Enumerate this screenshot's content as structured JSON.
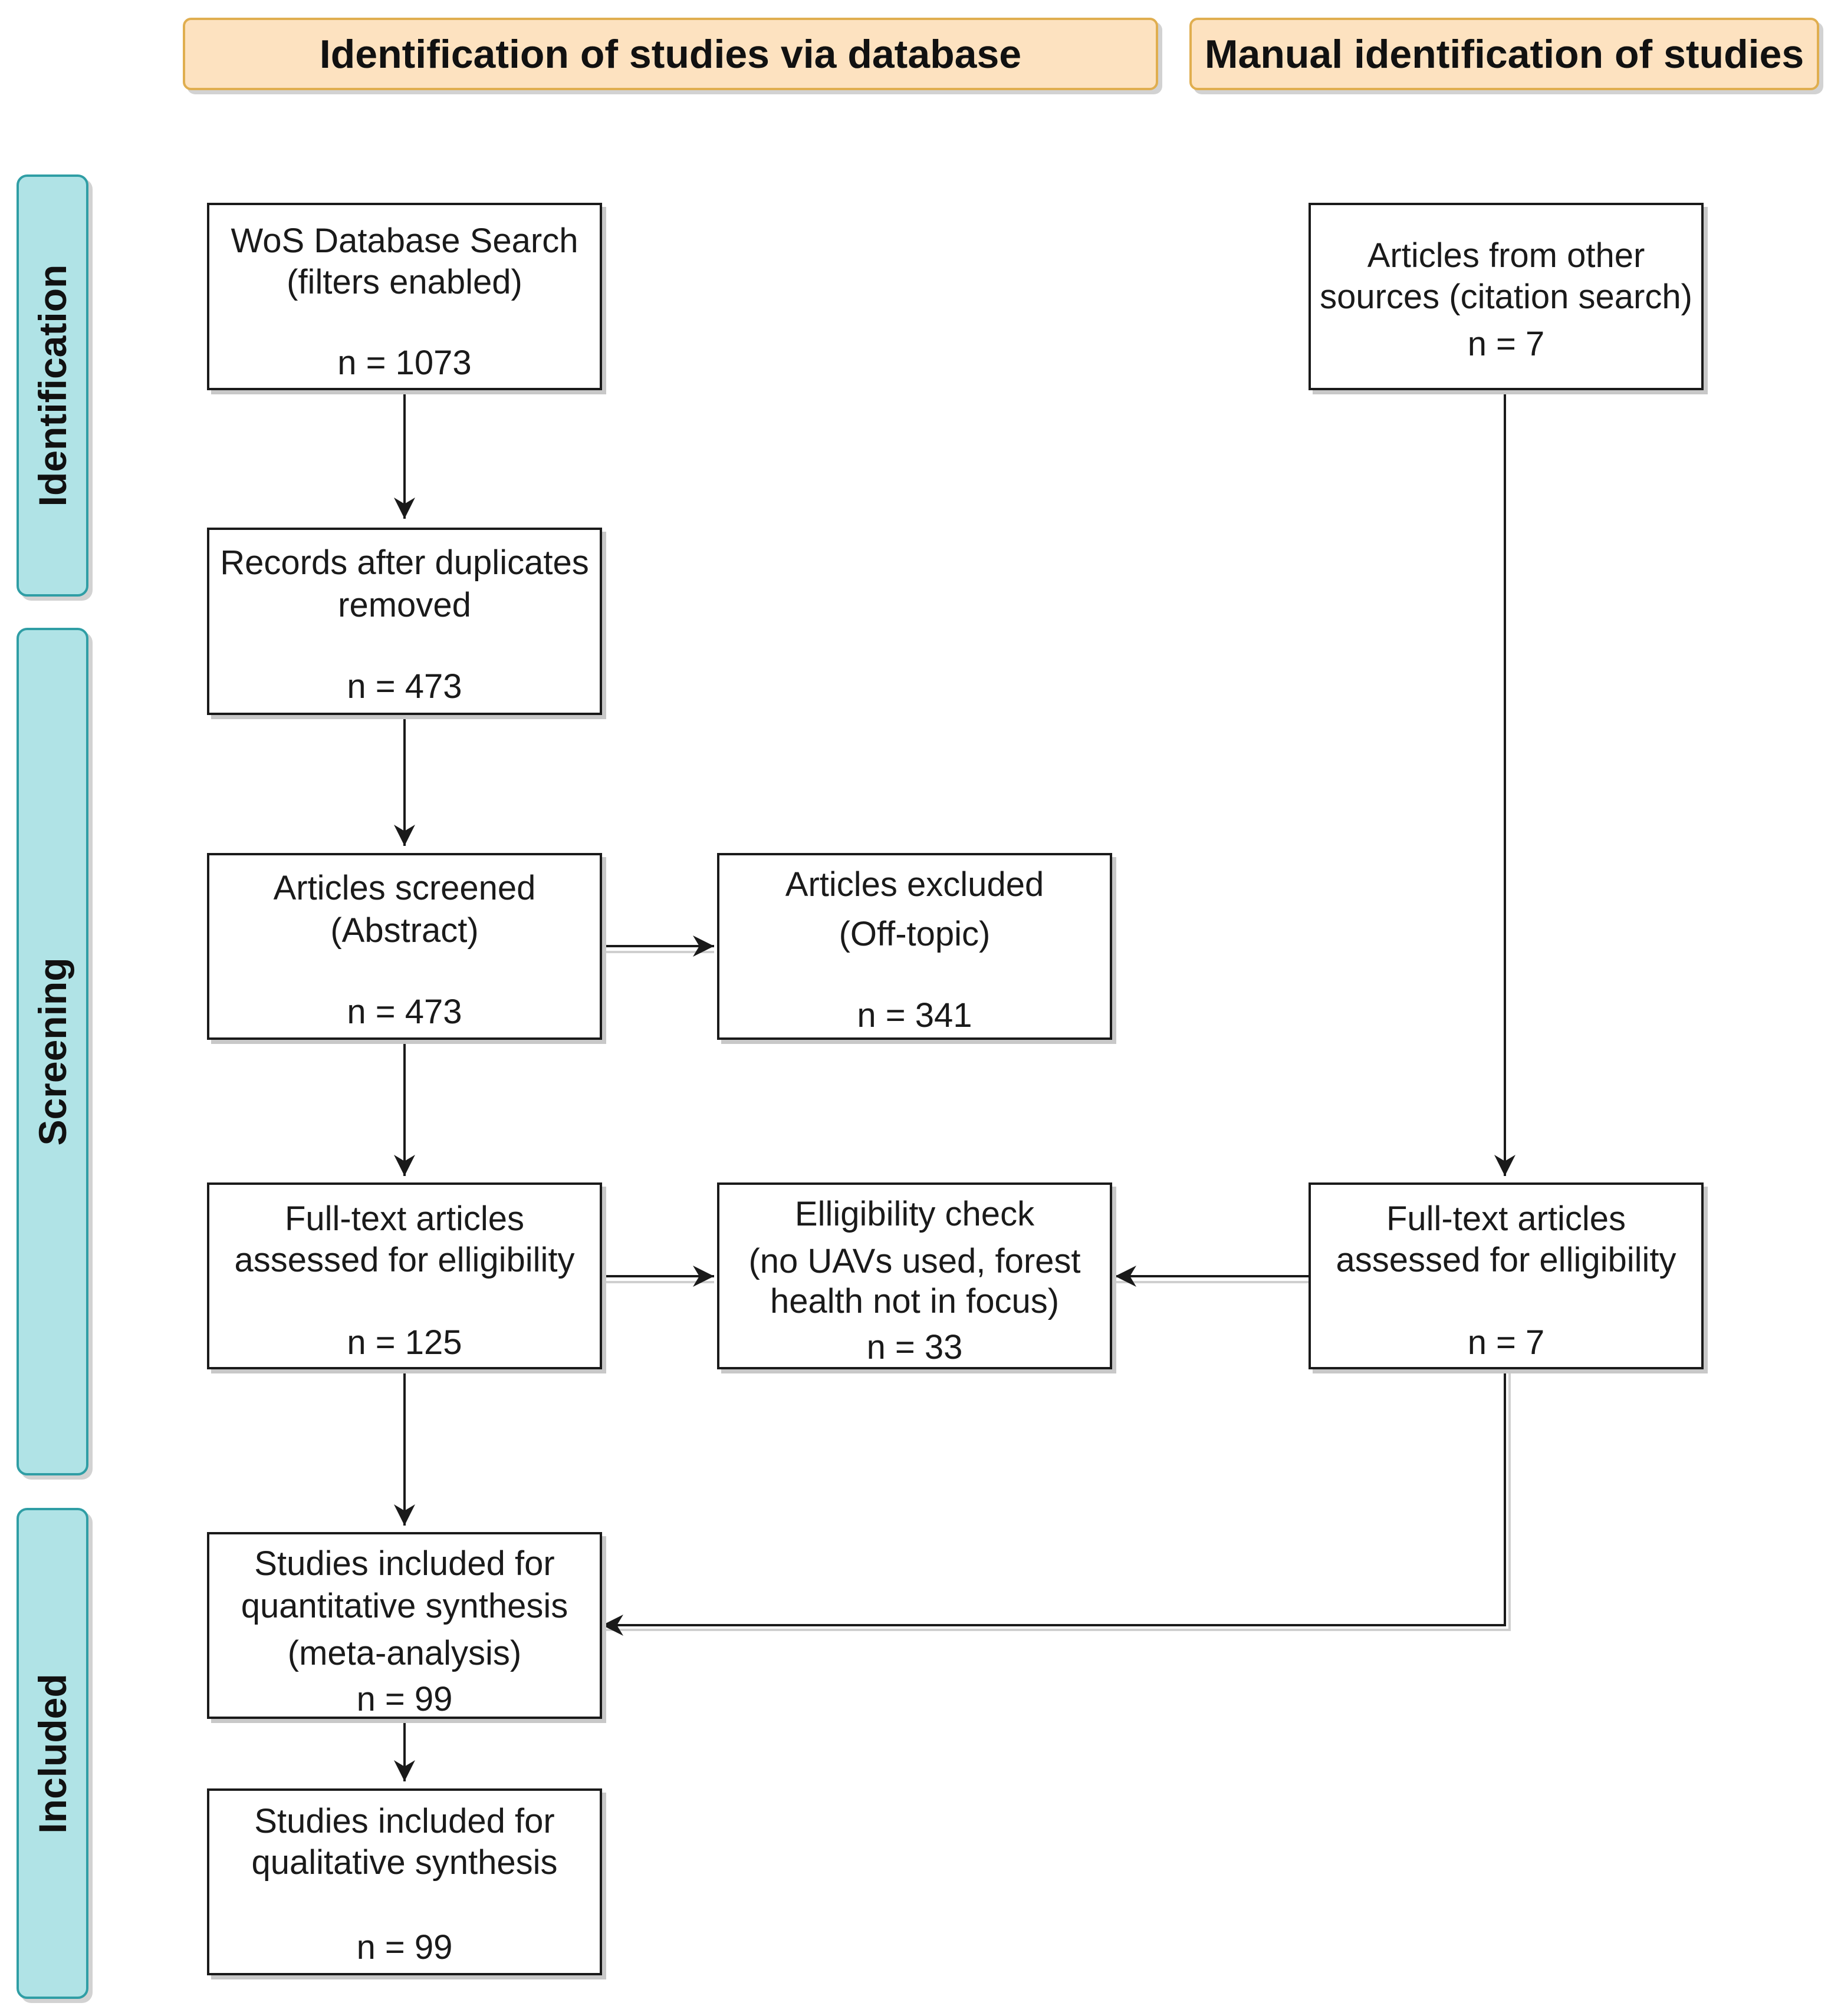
{
  "headers": {
    "database": "Identification of studies via database",
    "manual": "Manual identification of studies"
  },
  "stages": {
    "identification": "Identification",
    "screening": "Screening",
    "included": "Included"
  },
  "boxes": {
    "wos": {
      "line1": "WoS Database Search",
      "line2": "(filters enabled)",
      "count": "n = 1073"
    },
    "duplicates": {
      "line1": "Records after duplicates",
      "line2": "removed",
      "count": "n = 473"
    },
    "screened": {
      "line1": "Articles screened",
      "line2": "(Abstract)",
      "count": "n = 473"
    },
    "excluded": {
      "line1": "Articles excluded",
      "line2": "(Off-topic)",
      "count": "n = 341"
    },
    "fulltext_db": {
      "line1": "Full-text articles",
      "line2": "assessed for elligibility",
      "count": "n = 125"
    },
    "eligibility": {
      "line1": "Elligibility check",
      "line2": "(no UAVs used, forest",
      "line3": "health not in focus)",
      "count": "n = 33"
    },
    "fulltext_manual": {
      "line1": "Full-text articles",
      "line2": "assessed for elligibility",
      "count": "n = 7"
    },
    "other_sources": {
      "line1": "Articles from other",
      "line2": "sources (citation search)",
      "count": "n = 7"
    },
    "quantitative": {
      "line1": "Studies included for",
      "line2": "quantitative synthesis",
      "line3": "(meta-analysis)",
      "count": "n = 99"
    },
    "qualitative": {
      "line1": "Studies included for",
      "line2": "qualitative synthesis",
      "count": "n = 99"
    }
  },
  "colors": {
    "header_fill": "#fde2c0",
    "header_border": "#e0ae4f",
    "stage_fill": "#b0e3e6",
    "stage_border": "#2f9ea5",
    "box_border": "#1a1a1a"
  }
}
